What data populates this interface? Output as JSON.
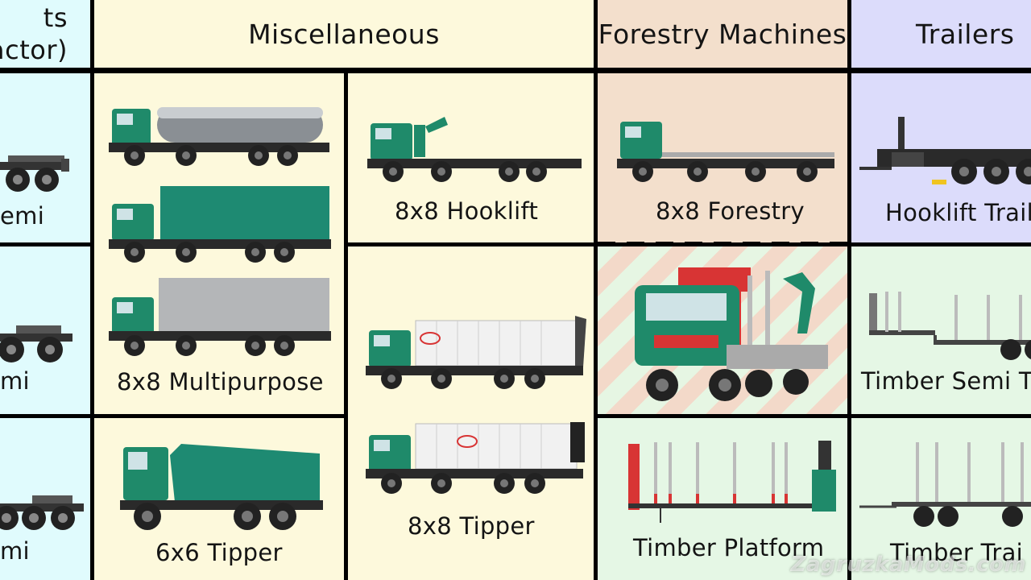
{
  "colors": {
    "grid_line": "#000000",
    "tractors_bg": "#e0fbfd",
    "misc_bg": "#fdf9dc",
    "forestry_bg": "#f3dfcc",
    "trailers_bg": "#dcdcfb",
    "green_bg": "#e5f7e5",
    "truck_green": "#1f8a6a",
    "crane_red": "#d83434"
  },
  "headers": {
    "tractors": "ts\nactor)",
    "misc": "Miscellaneous",
    "forestry": "Forestry Machines",
    "trailers": "Trailers"
  },
  "labels": {
    "semi1": "emi",
    "semi2": "mi",
    "semi3": "mi",
    "multipurpose": "8x8 Multipurpose",
    "hooklift": "8x8 Hooklift",
    "tipper6x6": "6x6 Tipper",
    "tipper8x8": "8x8 Tipper",
    "forestry": "8x8 Forestry",
    "timber_platform": "Timber Platform",
    "hooklift_trailer": "Hooklift Trail",
    "timber_semi": "Timber Semi Tr",
    "timber_trailer": "Timber Trai"
  },
  "watermark": "ZagruzkaMods.com",
  "icons": [
    "tanker-truck",
    "box-truck-green",
    "box-truck-gray",
    "hooklift-truck",
    "refuse-truck",
    "tipper-truck",
    "forestry-truck",
    "crane-truck",
    "tractor-unit",
    "hooklift-trailer",
    "timber-semi-trailer",
    "timber-platform",
    "timber-trailer"
  ]
}
